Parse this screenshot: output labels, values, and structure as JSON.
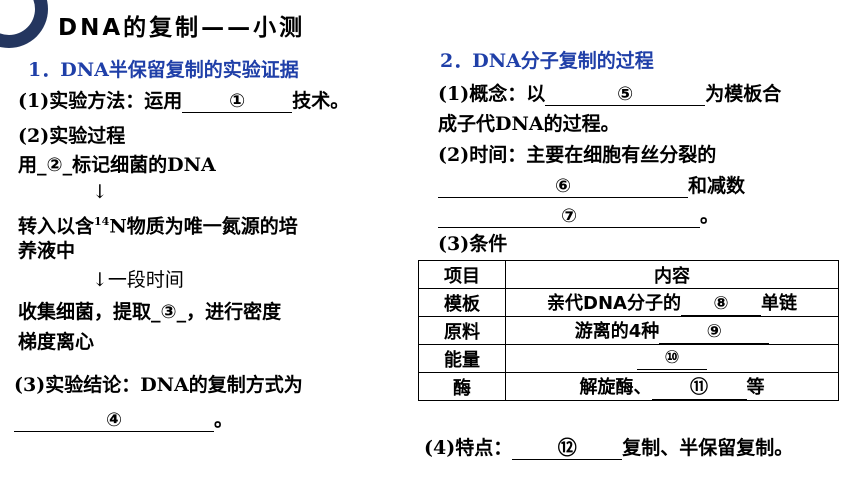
{
  "title": "DNA的复制——小测",
  "left": {
    "heading": "1．DNA半保留复制的实验证据",
    "q1_prefix": "(1)实验方法：运用",
    "q1_blank": "①",
    "q1_suffix": "技术。",
    "q2_heading": "(2)实验过程",
    "step1_prefix": "用_",
    "step1_blank": "②",
    "step1_suffix": "_标记细菌的DNA",
    "arrow1": "↓",
    "step2_prefix": "转入以含",
    "step2_sup": "14",
    "step2_suffix": "N物质为唯一氮源的培",
    "step2_line2": "养液中",
    "arrow2": "↓一段时间",
    "step3_prefix": "收集细菌，提取_",
    "step3_blank": "③",
    "step3_suffix": "_，进行密度",
    "step3_line2": "梯度离心",
    "q3_line1": "(3)实验结论：DNA的复制方式为",
    "q3_blank": "④",
    "q3_suffix": "。"
  },
  "right": {
    "heading": "2．DNA分子复制的过程",
    "q1_prefix": "(1)概念：以",
    "q1_blank": "⑤",
    "q1_suffix": "为模板合",
    "q1_line2": "成子代DNA的过程。",
    "q2_line1": "(2)时间：主要在细胞有丝分裂的",
    "q2_blank1": "⑥",
    "q2_mid": "和减数",
    "q2_blank2": "⑦",
    "q2_end": "。",
    "q3_heading": "(3)条件",
    "q4_prefix": "(4)特点：",
    "q4_blank": "⑫",
    "q4_suffix": "复制、半保留复制。"
  },
  "table": {
    "header": {
      "item": "项目",
      "content": "内容"
    },
    "rows": [
      {
        "item": "模板",
        "prefix": "亲代DNA分子的",
        "blank": "⑧",
        "suffix": "单链"
      },
      {
        "item": "原料",
        "prefix": "游离的4种",
        "blank": "⑨",
        "suffix": ""
      },
      {
        "item": "能量",
        "prefix": "",
        "blank": "⑩",
        "suffix": ""
      },
      {
        "item": "酶",
        "prefix": "解旋酶、",
        "blank": "⑪",
        "suffix": "等"
      }
    ]
  }
}
